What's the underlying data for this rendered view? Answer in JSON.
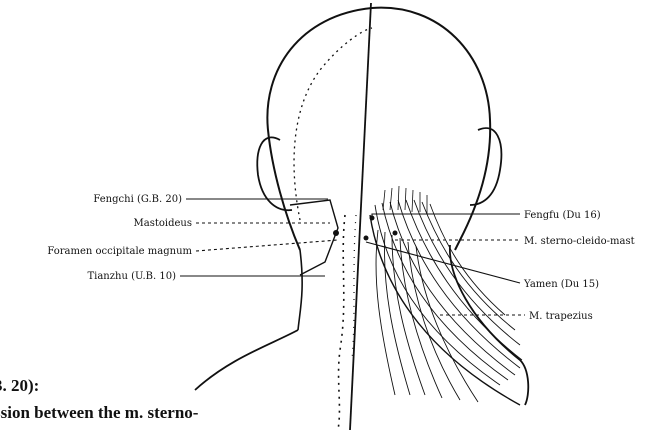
{
  "labels": {
    "fengchi": "Fengchi (G.B. 20)",
    "mastoideus": "Mastoideus",
    "foramen": "Foramen occipitale magnum",
    "tianzhu": "Tianzhu (U.B. 10)",
    "fengfu": "Fengfu (Du 16)",
    "sterno": "M. sterno-cleido-mast",
    "yamen": "Yamen (Du 15)",
    "trapezius": "M. trapezius"
  },
  "body_text": {
    "line1": "3. 20):",
    "line2": "ssion between the m. sterno-"
  }
}
